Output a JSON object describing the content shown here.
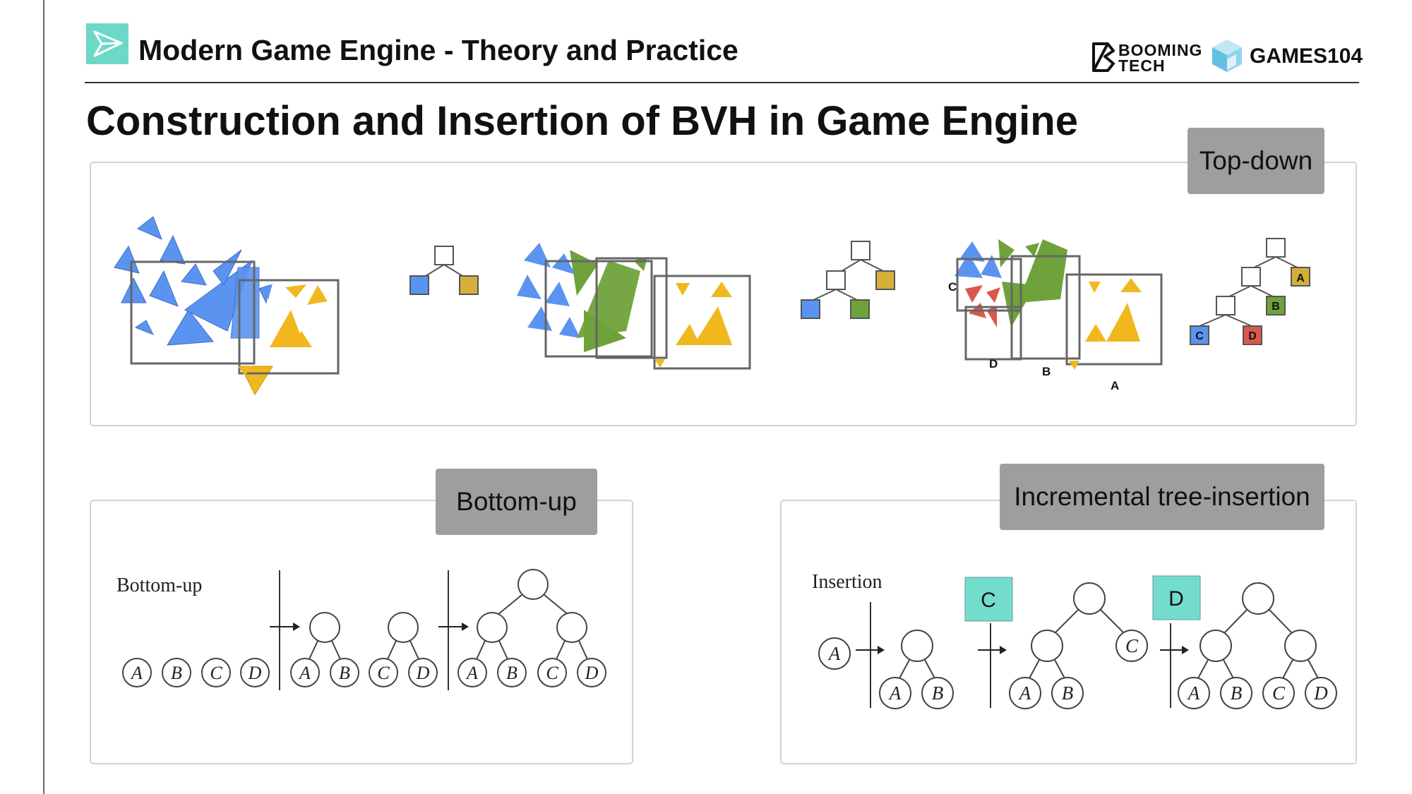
{
  "header": {
    "course_title": "Modern Game Engine - Theory and Practice",
    "logo_booming_line1": "BOOMING",
    "logo_booming_line2": "TECH",
    "logo_games": "GAMES104"
  },
  "slide": {
    "title": "Construction and Insertion of BVH in Game Engine"
  },
  "panels": {
    "top_down": {
      "tag": "Top-down",
      "labels": {
        "c": "C",
        "d": "D",
        "b": "B",
        "a": "A"
      },
      "tree_labels": {
        "a": "A",
        "b": "B",
        "c": "C",
        "d": "D"
      }
    },
    "bottom_up": {
      "tag": "Bottom-up",
      "caption": "Bottom-up",
      "leaves": [
        "A",
        "B",
        "C",
        "D"
      ]
    },
    "incremental": {
      "tag": "Incremental tree-insertion",
      "caption": "Insertion",
      "leaves": [
        "A",
        "B",
        "C",
        "D"
      ],
      "inserted_c": "C",
      "inserted_d": "D"
    }
  },
  "colors": {
    "blue": "#5b93f0",
    "green": "#6fa23a",
    "yellow": "#f0b81e",
    "red": "#d9584b",
    "node_yellow": "#d4b03b",
    "node_green": "#6fa23a",
    "node_red": "#d9584b",
    "node_blue": "#5b93f0",
    "teal": "#74dccc",
    "tag_gray": "#9e9e9e"
  }
}
